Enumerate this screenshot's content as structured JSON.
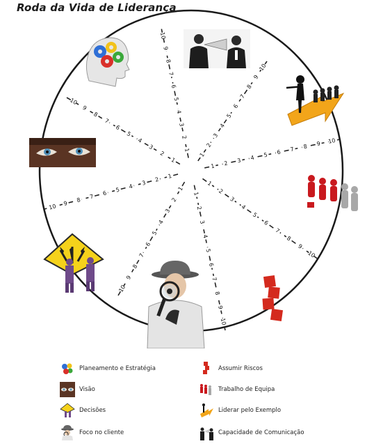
{
  "title": "Roda da Vida de Liderança",
  "wheel": {
    "scale_labels": [
      "1",
      "2",
      "3",
      "4",
      "5",
      "6",
      "7",
      "8",
      "9",
      "10"
    ]
  },
  "legend": {
    "left": [
      {
        "label": "Planeamento e Estratégia",
        "icon": "gears-head-icon"
      },
      {
        "label": "Visão",
        "icon": "eyes-icon"
      },
      {
        "label": "Decisões",
        "icon": "crossroads-sign-icon"
      },
      {
        "label": "Foco no cliente",
        "icon": "detective-magnifier-icon"
      }
    ],
    "right": [
      {
        "label": "Assumir Riscos",
        "icon": "risk-blocks-icon"
      },
      {
        "label": "Trabalho de Equipa",
        "icon": "team-figures-icon"
      },
      {
        "label": "Liderar pelo Exemplo",
        "icon": "leader-arrow-icon"
      },
      {
        "label": "Capacidade de Comunicação",
        "icon": "megaphone-talk-icon"
      }
    ]
  }
}
